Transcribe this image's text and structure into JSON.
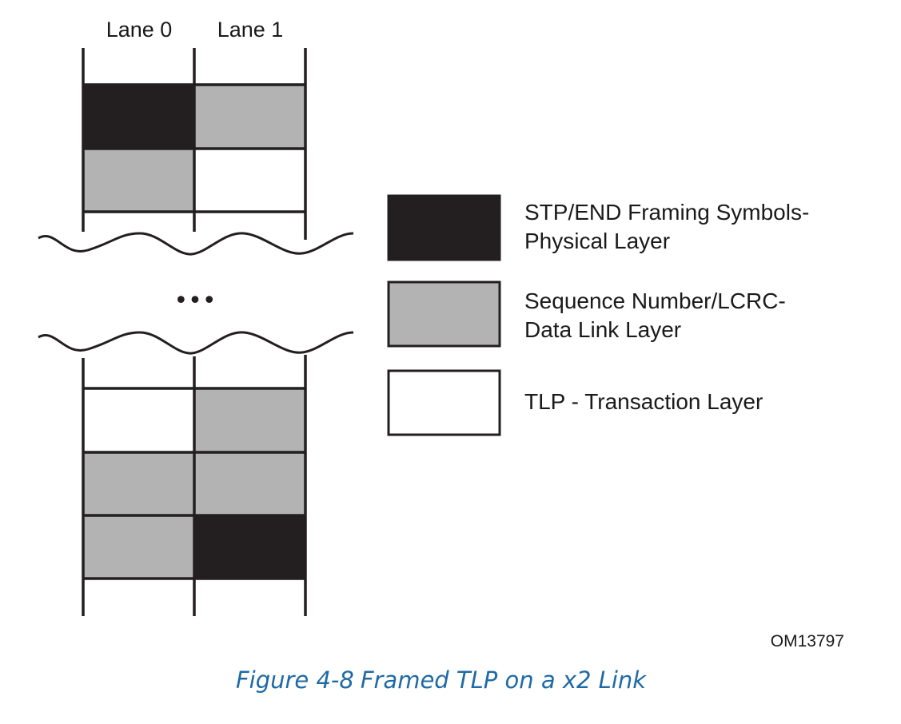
{
  "lanes": [
    "Lane 0",
    "Lane 1"
  ],
  "colors": {
    "framing": "#231f20",
    "data_link": "#b3b3b3",
    "transaction": "#ffffff",
    "line": "#231f20",
    "caption": "#1f6aa5"
  },
  "top_rows": [
    [
      "framing",
      "data_link"
    ],
    [
      "data_link",
      "transaction"
    ]
  ],
  "bottom_rows": [
    [
      "transaction",
      "data_link"
    ],
    [
      "data_link",
      "data_link"
    ],
    [
      "data_link",
      "framing"
    ]
  ],
  "ellipsis": "•••",
  "legend": [
    {
      "type": "framing",
      "line1": "STP/END Framing Symbols-",
      "line2": "Physical Layer"
    },
    {
      "type": "data_link",
      "line1": "Sequence Number/LCRC-",
      "line2": "Data Link Layer"
    },
    {
      "type": "transaction",
      "line1": "TLP - Transaction Layer",
      "line2": ""
    }
  ],
  "figure_code": "OM13797",
  "caption": {
    "number": "Figure  4-8",
    "title": "Framed TLP on a x2 Link"
  }
}
